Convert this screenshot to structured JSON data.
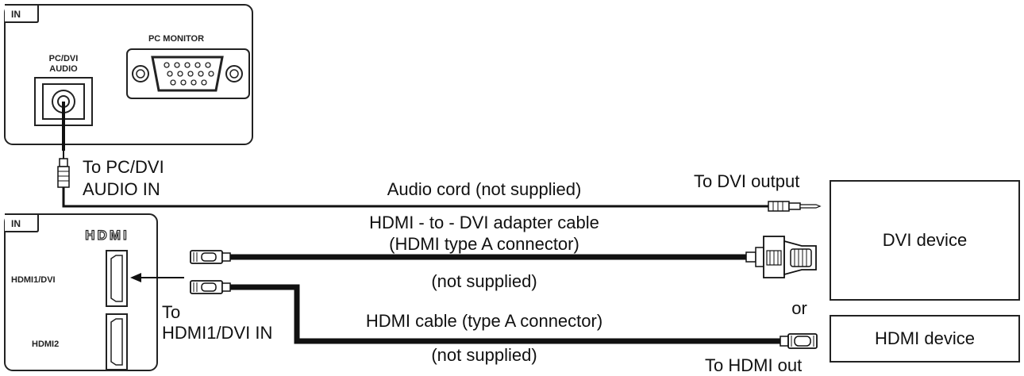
{
  "top_panel": {
    "tag": "IN",
    "pc_monitor_label": "PC MONITOR",
    "audio_label_line1": "PC/DVI",
    "audio_label_line2": "AUDIO"
  },
  "bottom_panel": {
    "tag": "IN",
    "logo": "HDMI",
    "port1_label": "HDMI1/DVI",
    "port2_label": "HDMI2"
  },
  "labels": {
    "to_pc_dvi_audio_line1": "To PC/DVI",
    "to_pc_dvi_audio_line2": "AUDIO IN",
    "audio_cord": "Audio cord (not supplied)",
    "to_dvi_output": "To DVI output",
    "adapter_cable_line1": "HDMI - to - DVI adapter cable",
    "adapter_cable_line2": "(HDMI type A connector)",
    "adapter_not_supplied": "(not supplied)",
    "to_hdmi1_line1": "To",
    "to_hdmi1_line2": "HDMI1/DVI IN",
    "hdmi_cable": "HDMI cable (type A connector)",
    "hdmi_not_supplied": "(not supplied)",
    "or": "or",
    "to_hdmi_out": "To HDMI out"
  },
  "devices": {
    "dvi_device": "DVI device",
    "hdmi_device": "HDMI device"
  }
}
